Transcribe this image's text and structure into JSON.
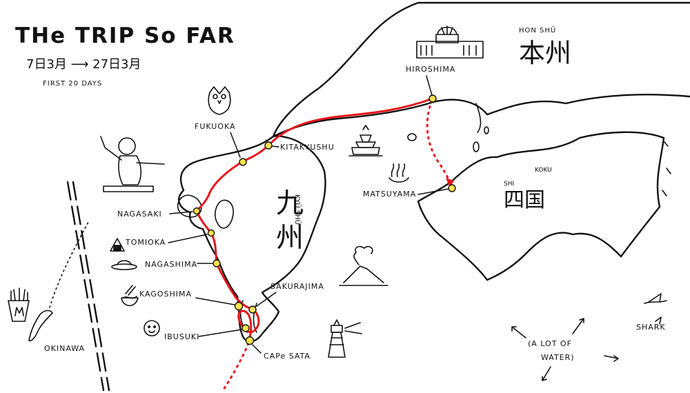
{
  "title": "THe TRIP So FAR",
  "dates": "7日3月 ⟶ 27日3月",
  "subtitle": "FIRST 20 DAYS",
  "colors": {
    "route": "#e5141a",
    "stop": "#ffe14a",
    "ink": "#111111"
  },
  "regions": [
    {
      "id": "honshu",
      "romaji": "HON SHŪ",
      "kanji": "本州"
    },
    {
      "id": "kyushu",
      "romaji": "KYŪ SHŪ",
      "kanji": "九州"
    },
    {
      "id": "shikoku",
      "romaji_left": "SHI",
      "romaji_right": "KOKU",
      "kanji": "四国"
    }
  ],
  "places": {
    "hiroshima": "HIROSHIMA",
    "fukuoka": "FUKUOKA",
    "kitakyushu": "KITAKYUSHU",
    "matsuyama": "MATSUYAMA",
    "nagasaki": "NAGASAKI",
    "tomioka": "TOMIOKA",
    "nagashima": "NAGASHIMA",
    "kagoshima": "KAGOSHIMA",
    "sakurajima": "SAKURAJIMA",
    "ibusuki": "IBUSUKI",
    "cape_sata": "CAPe SATA",
    "okinawa": "OKINAWA"
  },
  "sea": {
    "note_line1": "(A LOT OF",
    "note_line2": "WATER)",
    "shark": "SHARK"
  },
  "icons": [
    "atomic-dome-icon",
    "owl-icon",
    "castle-icon",
    "hot-spring-icon",
    "statue-icon",
    "onigiri-icon",
    "ufo-icon",
    "ramen-icon",
    "sun-face-icon",
    "volcano-icon",
    "lighthouse-icon",
    "fries-icon",
    "shark-fin-icon"
  ]
}
